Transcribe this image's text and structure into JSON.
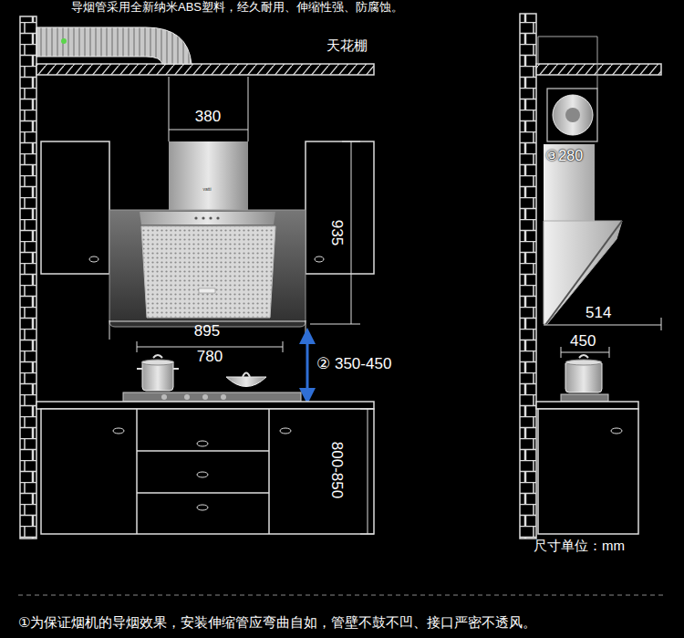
{
  "diagram": {
    "caption": "①为保证烟机的导烟效果，安装伸缩管应弯曲自如，管壁不鼓不凹、接口严密不透风。",
    "labels": [
      "导烟管采用全新纳米ABS塑料，经久耐用、伸缩性强、防腐蚀。",
      "天花棚",
      "380",
      "vatti",
      "935",
      "895",
      "780",
      "② 350-450",
      "800-850",
      "③280",
      "514",
      "450",
      "尺寸单位：mm"
    ]
  }
}
